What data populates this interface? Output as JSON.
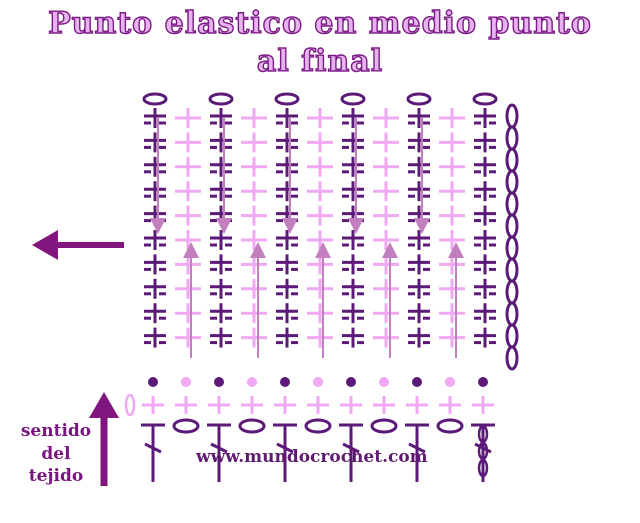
{
  "title": {
    "line1": "Punto elastico en medio punto",
    "line2": "al final"
  },
  "direction_label": {
    "line1": "sentido",
    "line2": "del tejido"
  },
  "website": "www.mundocrochet.com",
  "colors": {
    "dark": "#5c1a78",
    "light": "#f0a8f4",
    "arrow": "#82167f",
    "title_fill": "#e7b3ee",
    "light_arrow": "#c27fbd"
  },
  "pattern": {
    "dark_columns": 6,
    "light_columns": 5,
    "rows_of_stitches": 10,
    "chain_links_right": 12
  }
}
